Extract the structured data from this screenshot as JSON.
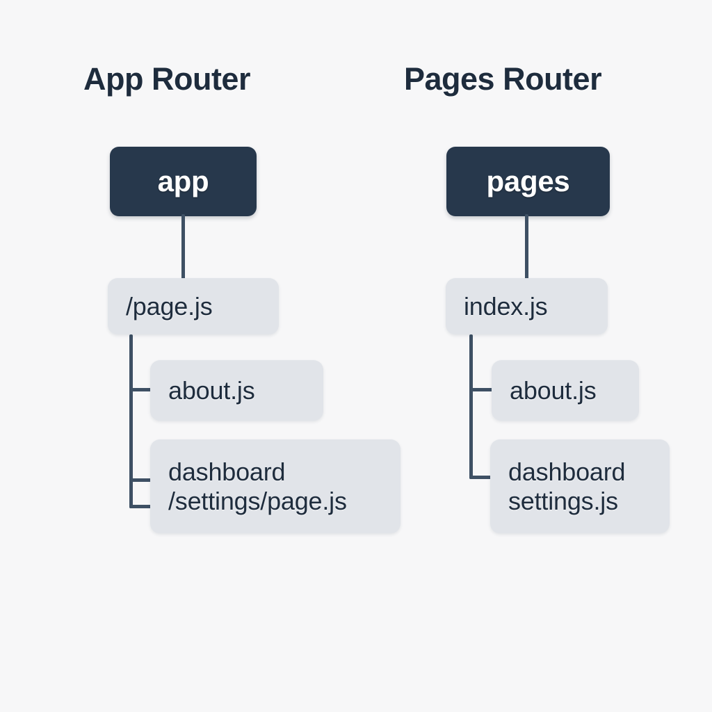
{
  "diagram": {
    "background_color": "#f7f7f8",
    "node_dark_color": "#27384c",
    "node_light_color": "#e1e4e9",
    "text_color": "#1e2c3d",
    "connector_color": "#3e5064"
  },
  "columns": [
    {
      "id": "app-router",
      "title": "App Router",
      "root": {
        "label": "app"
      },
      "children": [
        {
          "id": "app-page",
          "label": "/page.js",
          "lines": [
            "/page.js"
          ]
        },
        {
          "id": "app-about",
          "label": "about.js",
          "lines": [
            "about.js"
          ]
        },
        {
          "id": "app-dashboard",
          "label": "dashboard/settings/page.js",
          "lines": [
            "dashboard",
            "/settings/page.js"
          ]
        }
      ]
    },
    {
      "id": "pages-router",
      "title": "Pages Router",
      "root": {
        "label": "pages"
      },
      "children": [
        {
          "id": "pages-index",
          "label": "index.js",
          "lines": [
            "index.js"
          ]
        },
        {
          "id": "pages-about",
          "label": "about.js",
          "lines": [
            "about.js"
          ]
        },
        {
          "id": "pages-dashboard",
          "label": "dashboard settings.js",
          "lines": [
            "dashboard",
            "settings.js"
          ]
        }
      ]
    }
  ]
}
